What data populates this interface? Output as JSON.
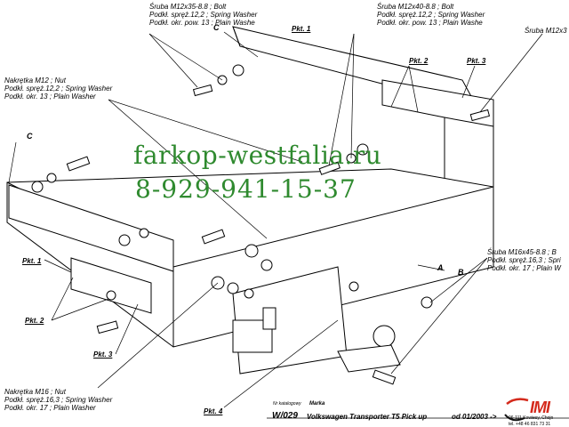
{
  "labels": {
    "bolt_top_left": [
      "Śruba M12x35-8.8 ;  Bolt",
      "Podkł. spręż.12,2 ; Spring Washer",
      "Podkł. okr. pow. 13 ; Plain Washe"
    ],
    "bolt_top_mid": [
      "Śruba M12x40-8.8 ;  Bolt",
      "Podkł. spręż.12,2 ; Spring Washer",
      "Podkł. okr. pow. 13 ; Plain Washe"
    ],
    "bolt_top_right": [
      "Śruba M12x3"
    ],
    "nut_m12": [
      "Nakrętka  M12 ; Nut",
      "Podkł. spręż.12,2 ; Spring Washer",
      "Podkł. okr. 13 ; Plain Washer"
    ],
    "bolt_m16": [
      "Śruba M16x45-8.8 ;  B",
      "Podkł. spręż.16,3 ; Spri",
      "Podkł. okr. 17 ; Plain W"
    ],
    "nut_m16": [
      "Nakrętka  M16 ; Nut",
      "Podkł. spręż.16,3 ; Spring Washer",
      "Podkł. okr. 17 ; Plain Washer"
    ]
  },
  "pkt": {
    "p1_top": "Pkt. 1",
    "p2_top": "Pkt. 2",
    "p3_top": "Pkt. 3",
    "p1_left": "Pkt. 1",
    "p2_left": "Pkt. 2",
    "p3_left": "Pkt. 3",
    "p4": "Pkt. 4"
  },
  "letters": {
    "c_top": "C",
    "c_left": "C",
    "a": "A",
    "b": "B"
  },
  "watermark": {
    "site": "farkop-westfalia.ru",
    "phone": "8-929-941-15-37"
  },
  "footer": {
    "catalog_label": "Nr katalogowy",
    "catalog_number": "W/029",
    "brand_label": "Marka",
    "vehicle": "Volkswagen Transporter T5 Pick up",
    "date": "od 01/2003 ->"
  },
  "logo": {
    "text": "IMI",
    "address": "96-111 Kowiesy, Chojn",
    "phone": "tel. +48 46 831 73 31"
  },
  "colors": {
    "watermark": "#2f8a2f",
    "logo": "#d42a1c",
    "line": "#000000"
  }
}
